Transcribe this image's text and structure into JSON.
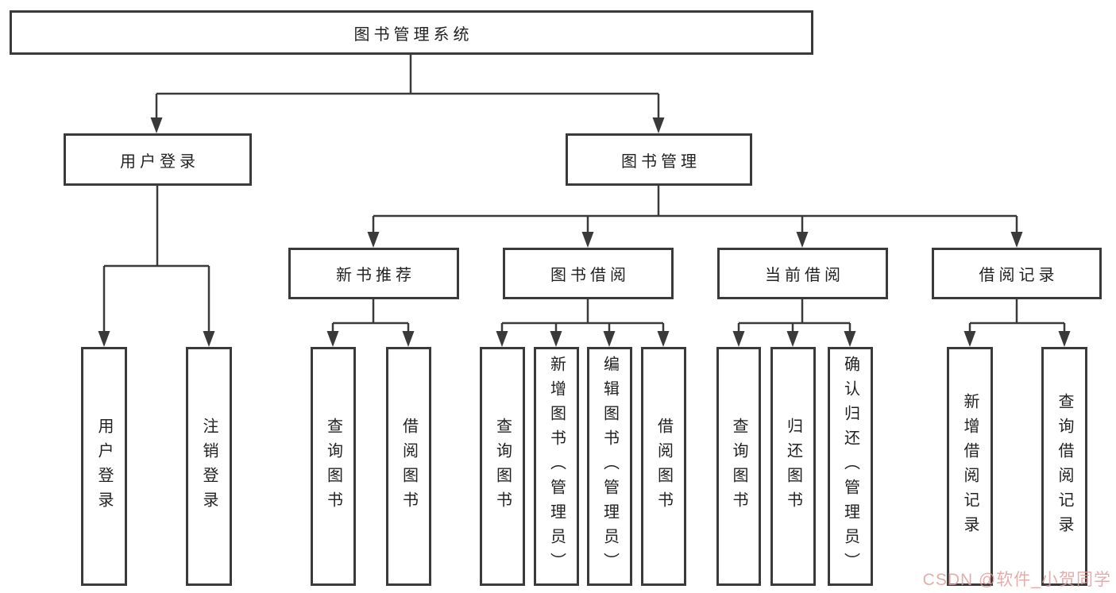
{
  "tree": {
    "root": {
      "label": "图书管理系统"
    },
    "branches": [
      {
        "label": "用户登录",
        "children": [
          {
            "label": "用户登录"
          },
          {
            "label": "注销登录"
          }
        ]
      },
      {
        "label": "图书管理",
        "groups": [
          {
            "label": "新书推荐",
            "children": [
              {
                "label": "查询图书"
              },
              {
                "label": "借阅图书"
              }
            ]
          },
          {
            "label": "图书借阅",
            "children": [
              {
                "label": "查询图书"
              },
              {
                "label": "新增图书（管理员）"
              },
              {
                "label": "编辑图书（管理员）"
              },
              {
                "label": "借阅图书"
              }
            ]
          },
          {
            "label": "当前借阅",
            "children": [
              {
                "label": "查询图书"
              },
              {
                "label": "归还图书"
              },
              {
                "label": "确认归还（管理员）"
              }
            ]
          },
          {
            "label": "借阅记录",
            "children": [
              {
                "label": "新增借阅记录"
              },
              {
                "label": "查询借阅记录"
              }
            ]
          }
        ]
      }
    ]
  },
  "watermark": {
    "text": "CSDN @软件_小贺同学"
  },
  "colors": {
    "line": "#3a3a3a",
    "box_border": "#3a3a3a",
    "text": "#222222",
    "watermark": "#e29e9e",
    "background": "#ffffff"
  }
}
